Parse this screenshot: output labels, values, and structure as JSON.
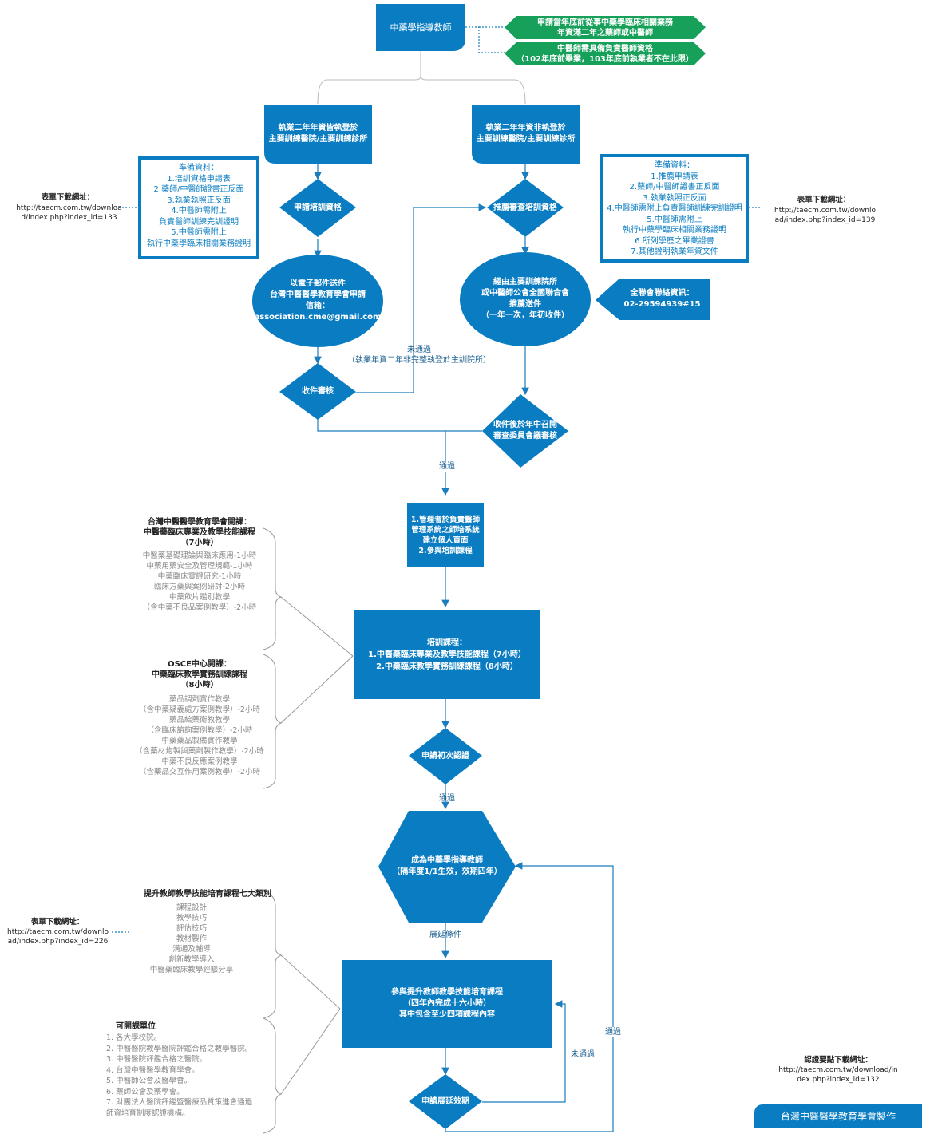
{
  "colors": {
    "primary": "#0a7cc1",
    "secondary": "#16a05a",
    "line": "#1b7dbd"
  },
  "top": {
    "title": "中藥學指導教師",
    "req1": "申請當年底前從事中藥學臨床相關業務\n年資滿二年之藥師或中醫師",
    "req2": "中醫師需具備負責醫師資格\n（102年底前畢業，103年底前執業者不在此限）"
  },
  "left_branch": {
    "box": "執業二年年資皆執登於\n主要訓練醫院/主要訓練診所",
    "diamond": "申請培訓資格",
    "prep": "準備資料：\n1.培訓資格申請表\n2.藥師/中醫師證書正反面\n3.執業執照正反面\n4.中醫師需附上\n負責醫師訓練完訓證明\n5.中醫師需附上\n執行中藥學臨床相關業務證明",
    "url_label": "表單下載網址：",
    "url": "http://taecm.com.tw/downloa\nd/index.php?index_id=133",
    "email": "以電子郵件送件\n台灣中醫醫學教育學會申請\n信箱：\nassociation.cme@gmail.com",
    "check": "收件審核"
  },
  "right_branch": {
    "box": "執業二年年資非執登於\n主要訓練醫院/主要訓練診所",
    "diamond": "推薦審查培訓資格",
    "prep": "準備資料：\n1.推薦申請表\n2.藥師/中醫師證書正反面\n3.執業執照正反面\n4.中醫師需附上負責醫師訓練完訓證明\n5.中醫師需附上\n執行中藥學臨床相關業務證明\n6.所列學歷之畢業證書\n7.其他證明執業年資文件",
    "url_label": "表單下載網址：",
    "url": "http://taecm.com.tw/downlo\nad/index.php?index_id=139",
    "send": "經由主要訓練院所\n或中醫師公會全國聯合會\n推薦送件\n（一年一次，年初收件）",
    "contact": "全聯會聯絡資訊：\n02-29594939#15",
    "review": "收件後於年中召開\n審查委員會議審核"
  },
  "fail_label": "未通過\n（執業年資二年非完整執登於主訓院所）",
  "pass1": "通過",
  "build": "1.管理者於負責醫師\n管理系統之師培系統\n建立個人頁面\n2.參與培訓課程",
  "course_left_1": {
    "title": "台灣中醫醫學教育學會開課：\n中醫藥臨床專業及教學技能課程\n（7小時）",
    "items": "中醫藥基礎理論與臨床應用-1小時\n中藥用藥安全及管理規範-1小時\n中藥臨床實證研究-1小時\n臨床方藥與案例研討-2小時\n中藥飲片鑑別教學\n（含中藥不良品案例教學）-2小時"
  },
  "course_left_2": {
    "title": "OSCE中心開課：\n中藥臨床教學實務訓練課程\n（8小時）",
    "items": "藥品調劑實作教學\n（含中藥疑義處方案例教學）-2小時\n藥品給藥衛教教學\n（含臨床諮詢案例教學）-2小時\n中藥藥品製備實作教學\n（含藥材炮製與藥劑製作教學）-2小時\n中藥不良反應案例教學\n（含藥品交互作用案例教學）-2小時"
  },
  "training": "培訓課程：\n1.中醫藥臨床專業及教學技能課程（7小時）\n2.中藥臨床教學實務訓練課程（8小時）",
  "apply_cert": "申請初次認證",
  "pass2": "通過",
  "become": "成為中藥學指導教師\n（隔年度1/1生效，效期四年）",
  "extend_cond": "展延條件",
  "seven": {
    "title": "提升教師教學技能培育課程七大類別",
    "items": "課程設計\n教學技巧\n評估技巧\n教材製作\n溝通及輔導\n創新教學導入\n中醫藥臨床教學經驗分享"
  },
  "url3_label": "表單下載網址：",
  "url3": "http://taecm.com.tw/downlo\nad/index.php?index_id=226",
  "units": {
    "title": "可開課單位",
    "items": "1. 各大學校院。\n2. 中醫醫院教學醫院評鑑合格之教學醫院。\n3. 中醫醫院評鑑合格之醫院。\n4. 台灣中醫醫學教育學會。\n5. 中醫師公會及醫學會。\n6. 藥師公會及藥學會。\n7. 財團法人醫院評鑑暨醫療品質策進會通過\n師資培育制度認證機構。"
  },
  "extend_course": "參與提升教師教學技能培育課程\n（四年內完成十六小時）\n其中包含至少四項課程內容",
  "apply_extend": "申請展延效期",
  "not_pass": "未通過",
  "pass3": "通過",
  "cert_url_label": "認證要點下載網址：",
  "cert_url": "http://taecm.com.tw/download/in\ndex.php?index_id=132",
  "footer": "台灣中醫醫學教育學會製作"
}
